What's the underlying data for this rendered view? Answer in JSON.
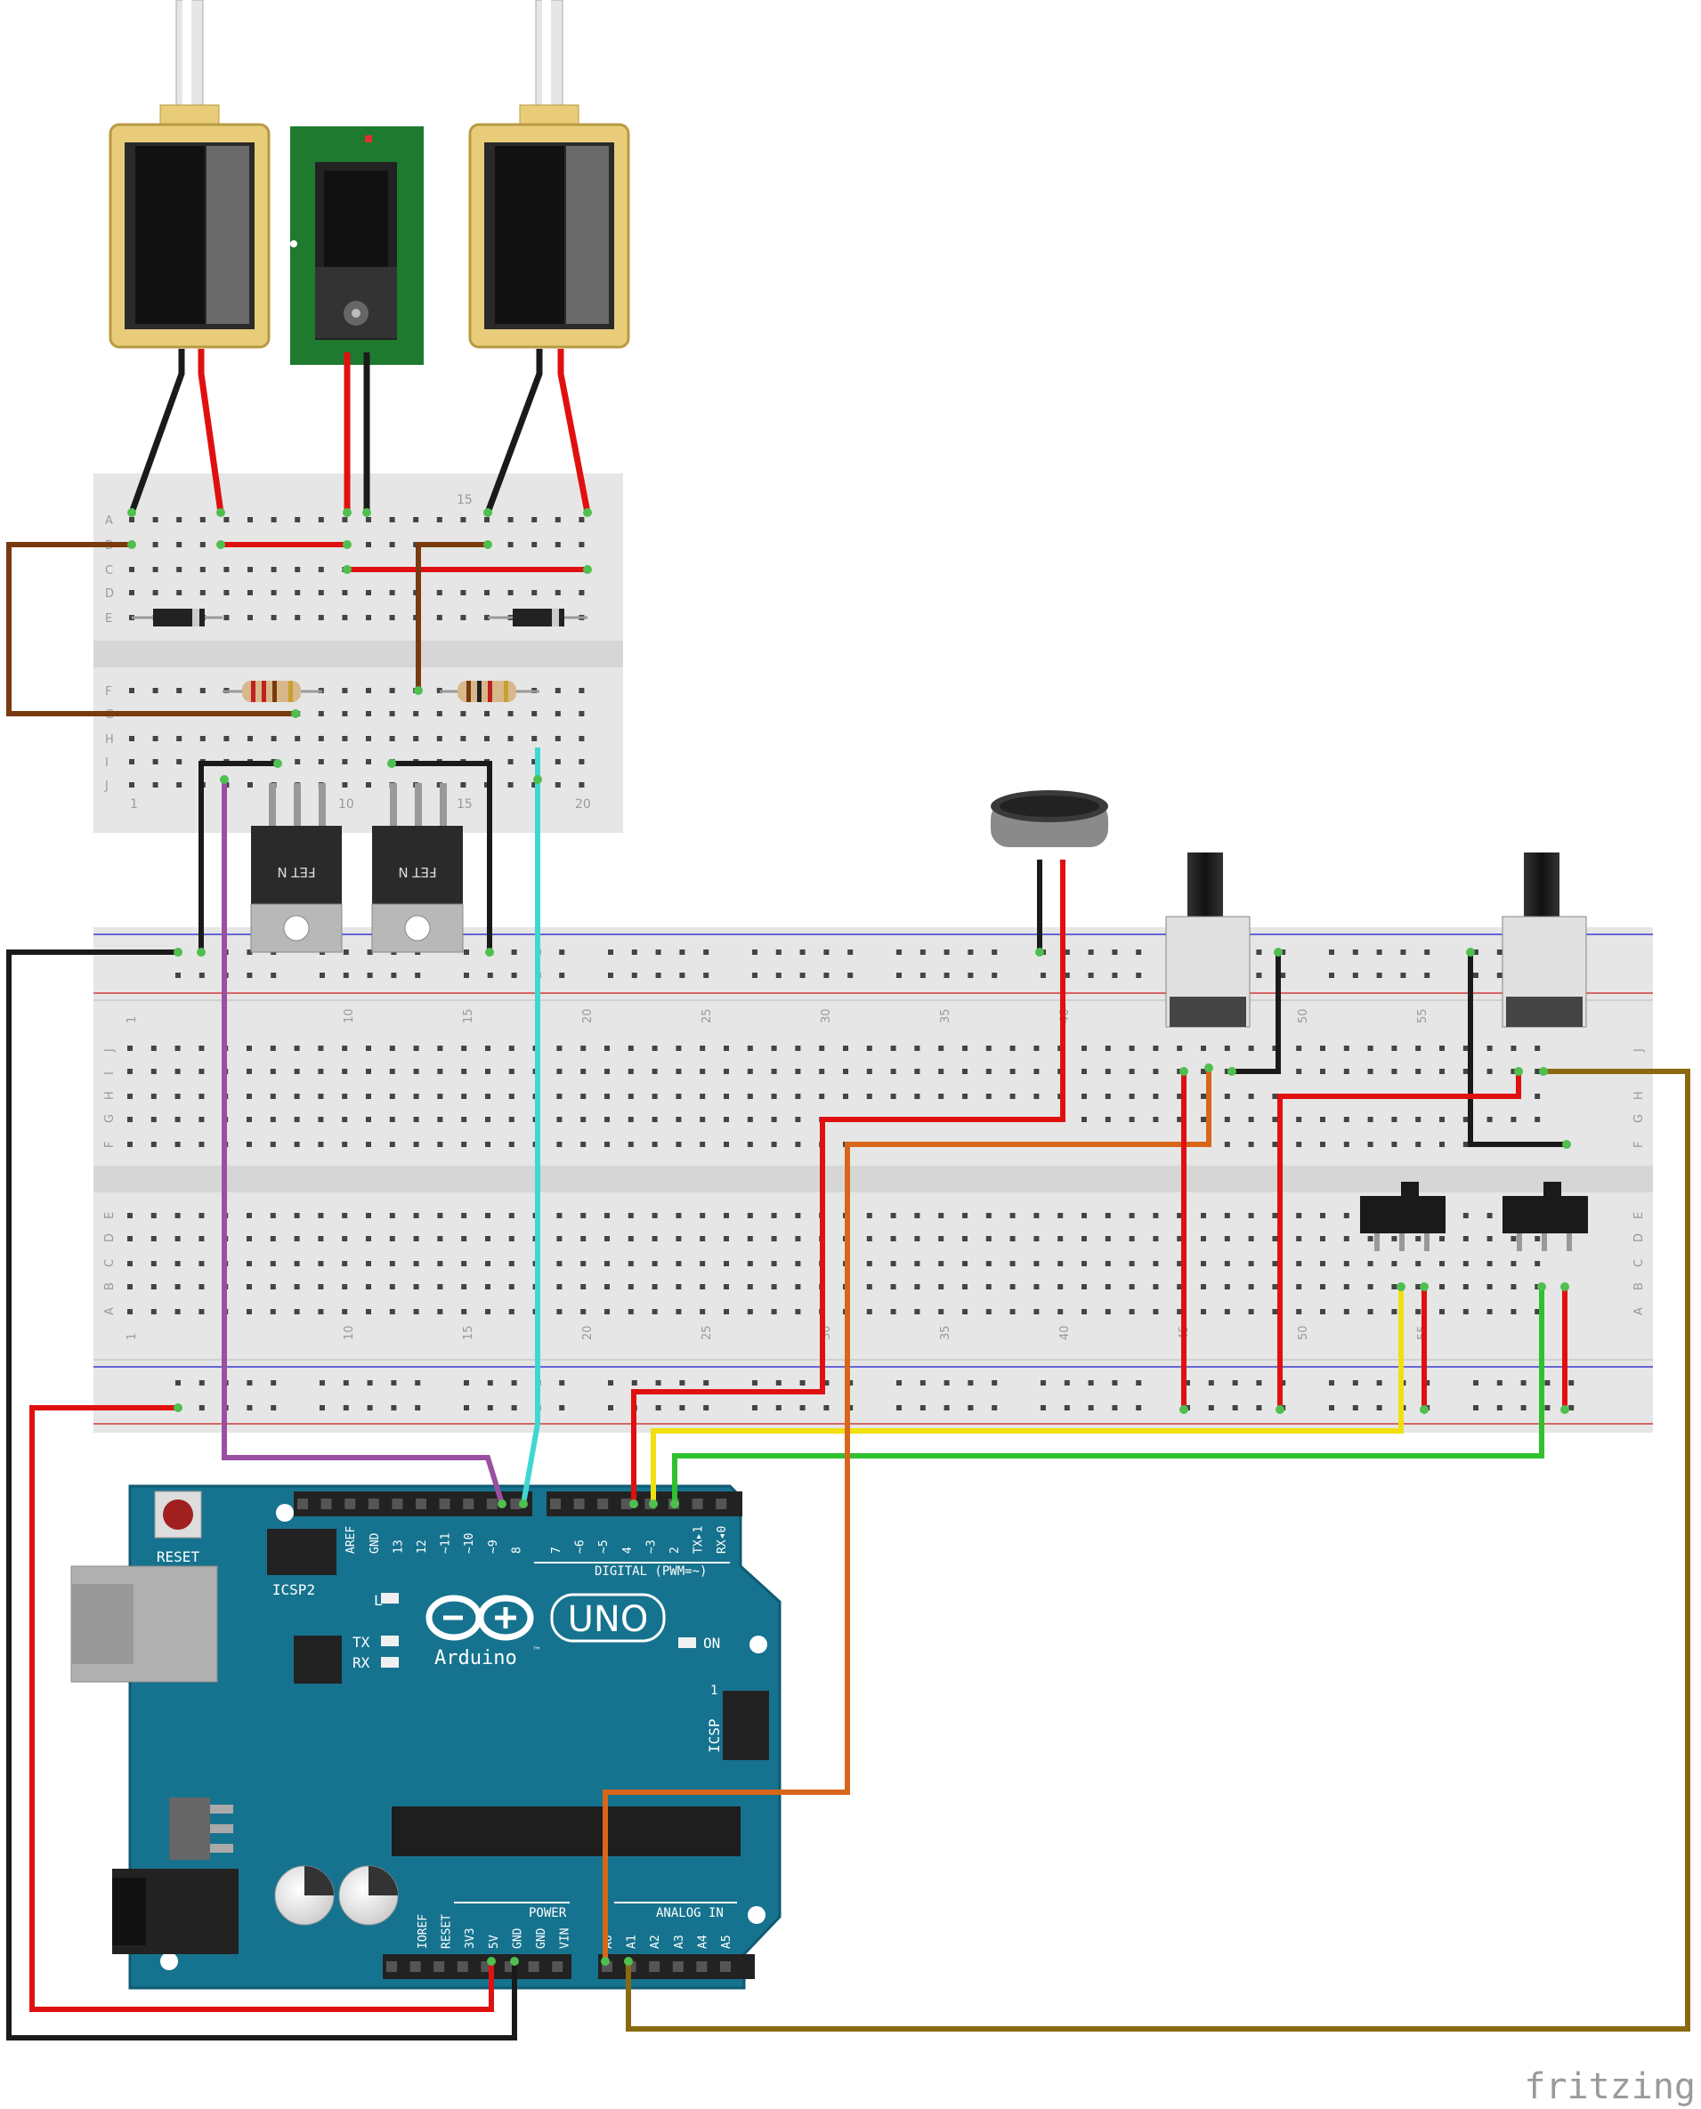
{
  "watermark": "fritzing",
  "small_breadboard": {
    "row_labels": [
      "A",
      "B",
      "C",
      "D",
      "E",
      "F",
      "G",
      "H",
      "I",
      "J"
    ],
    "column_numbers": [
      "1",
      "10",
      "15",
      "20"
    ]
  },
  "large_breadboard": {
    "row_labels_upper": [
      "J",
      "I",
      "H",
      "G",
      "F"
    ],
    "row_labels_lower": [
      "E",
      "D",
      "C",
      "B",
      "A"
    ],
    "column_numbers": [
      "1",
      "10",
      "15",
      "20",
      "25",
      "30",
      "35",
      "40",
      "45",
      "50",
      "55"
    ]
  },
  "mosfets": [
    {
      "label": "FET N"
    },
    {
      "label": "FET N"
    }
  ],
  "arduino": {
    "reset_label": "RESET",
    "icsp2_label": "ICSP2",
    "digital_header_label": "DIGITAL (PWM=~)",
    "digital_pins": [
      "AREF",
      "GND",
      "13",
      "12",
      "~11",
      "~10",
      "~9",
      "8",
      "7",
      "~6",
      "~5",
      "4",
      "~3",
      "2",
      "TX▸1",
      "RX◂0"
    ],
    "led_labels": {
      "l": "L",
      "tx": "TX",
      "rx": "RX",
      "on": "ON"
    },
    "brand": "Arduino",
    "trademark": "™",
    "model": "UNO",
    "icsp_label": "ICSP",
    "icsp_pin1": "1",
    "power_header_label": "POWER",
    "power_pins": [
      "IOREF",
      "RESET",
      "3V3",
      "5V",
      "GND",
      "GND",
      "VIN"
    ],
    "analog_header_label": "ANALOG IN",
    "analog_pins": [
      "A0",
      "A1",
      "A2",
      "A3",
      "A4",
      "A5"
    ]
  },
  "colors": {
    "wire_black": "#1a1a1a",
    "wire_red": "#e01010",
    "wire_brown": "#7a3a10",
    "wire_purple": "#9a4fa0",
    "wire_cyan": "#3fd8d0",
    "wire_orange": "#d8661a",
    "wire_yellow": "#f0e010",
    "wire_green": "#30c030",
    "wire_olive": "#8a6a10",
    "board_blue": "#16738f",
    "breadboard": "#e6e6e6",
    "solenoid_gold": "#e8cc7a",
    "jack_pcb": "#1e7a2e"
  }
}
